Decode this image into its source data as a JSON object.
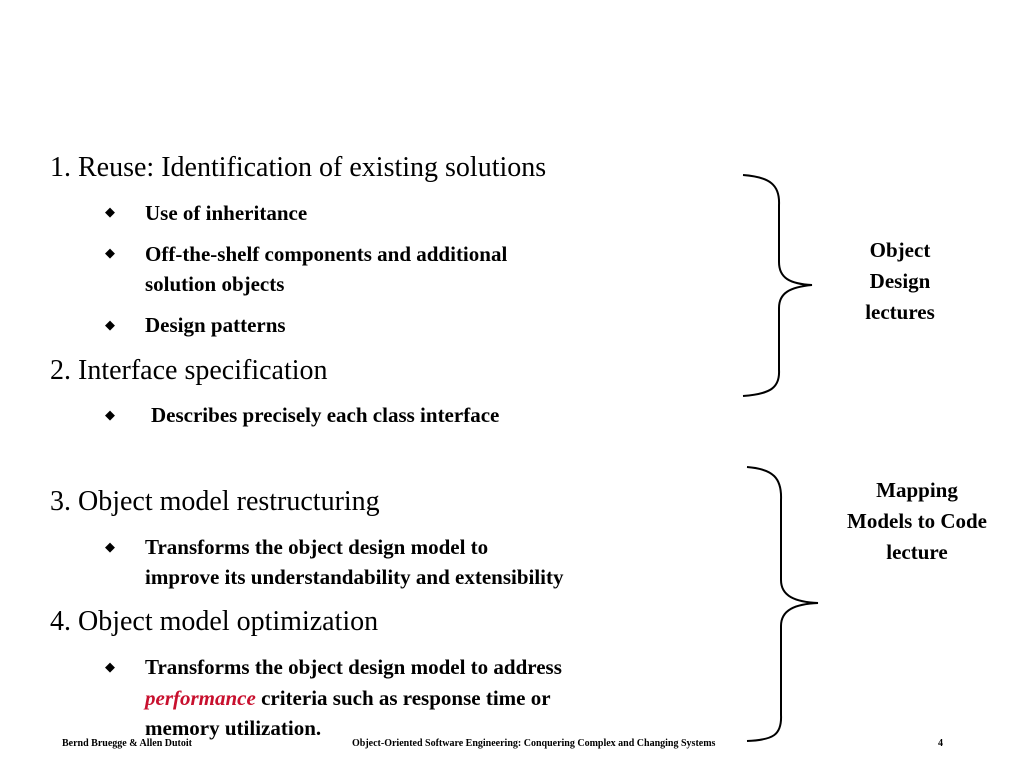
{
  "items": [
    {
      "heading": "1. Reuse: Identification of existing solutions",
      "bullets": [
        [
          "Use of inheritance"
        ],
        [
          "Off-the-shelf components and additional",
          "solution objects"
        ],
        [
          "Design patterns"
        ]
      ]
    },
    {
      "heading": "2. Interface specification",
      "bullets": [
        [
          "Describes precisely each class interface"
        ]
      ]
    },
    {
      "heading": "3. Object model restructuring",
      "bullets": [
        [
          "Transforms the object design model to",
          "improve its understandability and extensibility"
        ]
      ]
    },
    {
      "heading": "4. Object model optimization",
      "bullets": [
        {
          "line1": "Transforms the object design model to address",
          "emphasis": "performance",
          "line2_rest": " criteria such as response time or",
          "line3": "memory utilization."
        }
      ]
    }
  ],
  "bullet_glyph": "◆",
  "emphasis_color": "#c8102e",
  "side_labels": {
    "object_design": [
      "Object",
      "Design",
      "lectures"
    ],
    "mapping": [
      "Mapping",
      "Models to Code",
      "lecture"
    ]
  },
  "footer": {
    "authors": "Bernd Bruegge & Allen Dutoit",
    "book": "Object-Oriented Software Engineering: Conquering Complex and Changing Systems",
    "page": "4"
  }
}
